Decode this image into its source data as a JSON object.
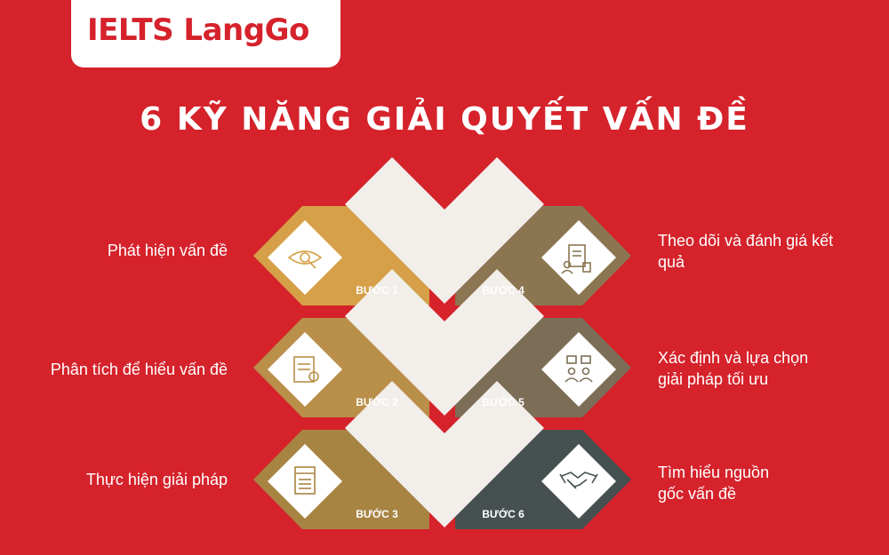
{
  "brand": {
    "logo_text": "IELTS LangGo"
  },
  "title": "6 KỸ NĂNG GIẢI QUYẾT VẤN ĐỀ",
  "steps": [
    {
      "badge": "BƯỚC 1",
      "label": "Phát hiện vấn đề",
      "color": "#d5a047",
      "icon": "eye-magnifier-icon"
    },
    {
      "badge": "BƯỚC 2",
      "label": "Phân tích để hiểu vấn đề",
      "color": "#b98f49",
      "icon": "document-certificate-icon"
    },
    {
      "badge": "BƯỚC 3",
      "label": "Thực hiện giải pháp",
      "color": "#a88443",
      "icon": "solution-document-icon"
    },
    {
      "badge": "BƯỚC 4",
      "label": "Theo dõi và đánh giá kết quả",
      "color": "#8b7651",
      "icon": "report-chart-icon"
    },
    {
      "badge": "BƯỚC 5",
      "label": "Xác định và lựa chọn giải pháp tối ưu",
      "color": "#7c6d56",
      "icon": "discussion-people-icon"
    },
    {
      "badge": "BƯỚC 6",
      "label": "Tìm hiểu nguồn gốc vấn đề",
      "color": "#465050",
      "icon": "handshake-icon"
    }
  ],
  "colors": {
    "background": "#d5222b",
    "chevron": "#f2eeea",
    "text": "#ffffff"
  }
}
